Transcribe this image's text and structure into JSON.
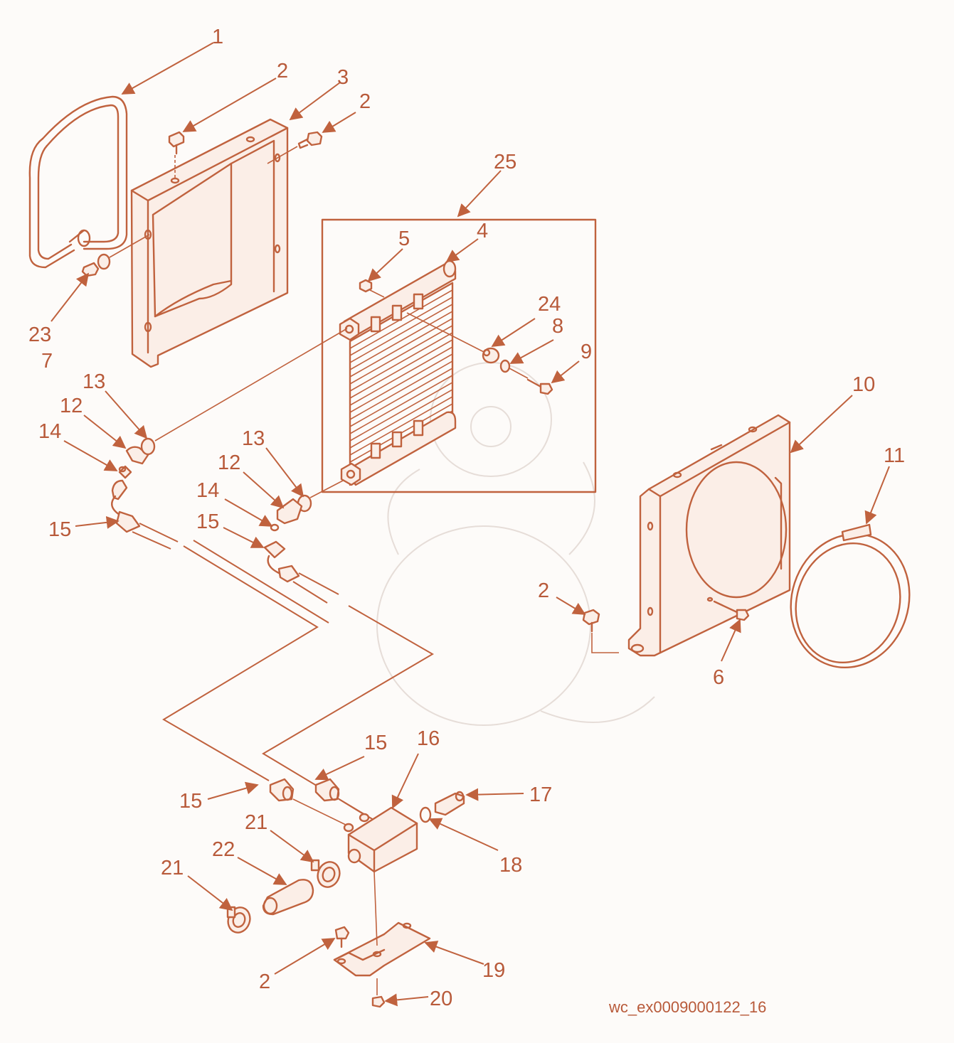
{
  "colors": {
    "line": "#c0623e",
    "text": "#b85a3a",
    "background": "#fdfbf9"
  },
  "callouts": {
    "c1": "1",
    "c2a": "2",
    "c3": "3",
    "c2b": "2",
    "c23": "23",
    "c7": "7",
    "c25": "25",
    "c5": "5",
    "c4": "4",
    "c24": "24",
    "c8": "8",
    "c9": "9",
    "c10": "10",
    "c11": "11",
    "c13a": "13",
    "c12a": "12",
    "c14a": "14",
    "c15a": "15",
    "c13b": "13",
    "c12b": "12",
    "c14b": "14",
    "c15b": "15",
    "c2c": "2",
    "c6": "6",
    "c15c": "15",
    "c16": "16",
    "c15d": "15",
    "c17": "17",
    "c18": "18",
    "c21a": "21",
    "c22": "22",
    "c21b": "21",
    "c2d": "2",
    "c19": "19",
    "c20": "20"
  },
  "figure_id": "wc_ex0009000122_16"
}
